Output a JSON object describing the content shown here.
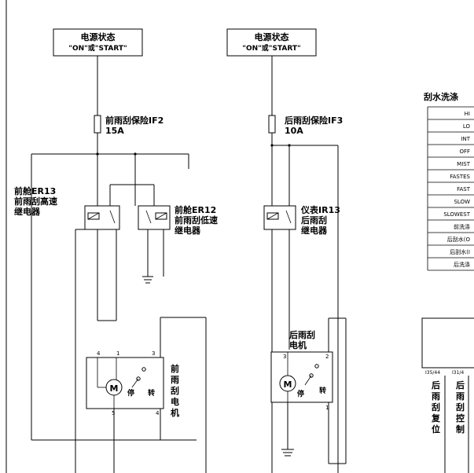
{
  "power_left": {
    "line1": "电源状态",
    "line2": "\"ON\"或\"START\""
  },
  "power_right": {
    "line1": "电源状态",
    "line2": "\"ON\"或\"START\""
  },
  "fuse_front": {
    "line1": "前雨刮保险IF2",
    "line2": "15A"
  },
  "fuse_rear": {
    "line1": "后雨刮保险IF3",
    "line2": "10A"
  },
  "relay_high": {
    "line1": "前舱ER13",
    "line2": "前雨刮高速",
    "line3": "继电器"
  },
  "relay_low": {
    "line1": "前舱ER12",
    "line2": "前雨刮低速",
    "line3": "继电器"
  },
  "relay_rear": {
    "line1": "仪表IR13",
    "line2": "后雨刮",
    "line3": "继电器"
  },
  "front_motor": {
    "label": [
      "前",
      "雨",
      "刮",
      "电",
      "机"
    ],
    "pins": {
      "p4": "4",
      "p1": "1",
      "p3": "3",
      "p5": "5",
      "p4b": "4"
    },
    "motor_letter": "M",
    "stop": "停",
    "run": "转"
  },
  "rear_motor": {
    "label_line1": "后雨刮",
    "label_line2": "电机",
    "pins": {
      "p3": "3",
      "p2": "2",
      "p1": "1"
    },
    "motor_letter": "M",
    "stop": "停",
    "run": "转"
  },
  "table": {
    "title": "刮水洗涤",
    "rows": [
      "HI",
      "LO",
      "INT",
      "OFF",
      "MIST",
      "FASTES",
      "FAST",
      "SLOW",
      "SLOWEST",
      "前洗涤",
      "后刮水(O",
      "后刮水(I",
      "后洗涤"
    ]
  },
  "controller": {
    "pins": {
      "left": "I35/44",
      "right": "I31/4"
    },
    "col1": [
      "后",
      "雨",
      "刮",
      "复",
      "位"
    ],
    "col2": [
      "后",
      "雨",
      "刮",
      "控",
      "制"
    ]
  }
}
